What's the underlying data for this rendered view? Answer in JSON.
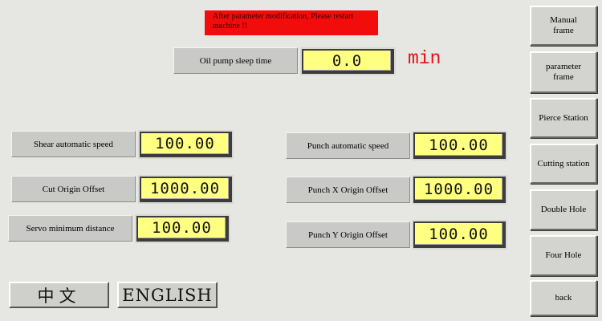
{
  "warning_text": "After parameter modification, Please restart machine !!",
  "oil_pump": {
    "label": "Oil pump sleep time",
    "value": "0.0",
    "unit": "min"
  },
  "left_params": [
    {
      "label": "Shear automatic speed",
      "value": "100.00"
    },
    {
      "label": "Cut Origin Offset",
      "value": "1000.00"
    },
    {
      "label": "Servo minimum distance",
      "value": "100.00"
    }
  ],
  "right_params": [
    {
      "label": "Punch automatic speed",
      "value": "100.00"
    },
    {
      "label": "Punch X Origin Offset",
      "value": "1000.00"
    },
    {
      "label": "Punch Y Origin Offset",
      "value": "100.00"
    }
  ],
  "nav": {
    "manual": "Manual frame",
    "parameter": "parameter frame",
    "pierce": "Pierce Station",
    "cutting": "Cutting station",
    "double_hole": "Double Hole",
    "four_hole": "Four Hole",
    "back": "back"
  },
  "language": {
    "chinese": "中文",
    "english": "ENGLISH"
  },
  "colors": {
    "background": "#e6e7e3",
    "warning": "#f20c0c",
    "field": "#ffff82",
    "unit_text": "#e01010"
  }
}
